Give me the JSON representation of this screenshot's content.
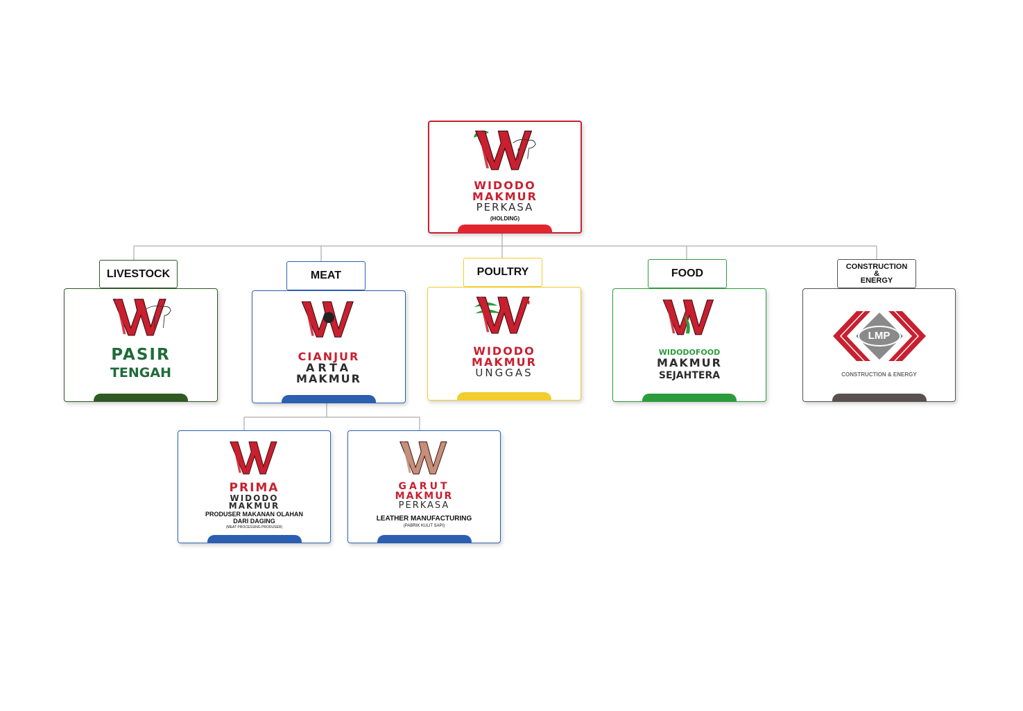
{
  "colors": {
    "red": "#c8202f",
    "dark_text": "#2d2d2d",
    "livestock_green": "#2f5a23",
    "meat_blue": "#2c5fb0",
    "poultry_yellow": "#f2cd2b",
    "food_green": "#2c9b3e",
    "construction_brown": "#58514f"
  },
  "holding": {
    "line1": "WIDODO",
    "line2": "MAKMUR",
    "line3": "PERKASA",
    "note": "(HOLDING)"
  },
  "divisions": {
    "livestock": {
      "tag": "LIVESTOCK",
      "line1": "PASIR",
      "line2": "TENGAH"
    },
    "meat": {
      "tag": "MEAT",
      "line1": "CIANJUR",
      "line2": "ARTA",
      "line3": "MAKMUR"
    },
    "poultry": {
      "tag": "POULTRY",
      "line1": "WIDODO",
      "line2": "MAKMUR",
      "line3": "UNGGAS"
    },
    "food": {
      "tag": "FOOD",
      "line1": "WIDODOFOOD",
      "line2": "MAKMUR",
      "line3": "SEJAHTERA"
    },
    "construction": {
      "tag_line1": "CONSTRUCTION",
      "tag_line2": "&",
      "tag_line3": "ENERGY",
      "logo_text": "LMP",
      "caption": "CONSTRUCTION & ENERGY"
    }
  },
  "subsidiaries": {
    "prima": {
      "line1": "PRIMA",
      "line2": "WIDODO",
      "line3": "MAKMUR",
      "desc1": "PRODUSER MAKANAN OLAHAN",
      "desc2": "DARI DAGING",
      "note": "(MEAT PROCESSING PRODUSER)"
    },
    "garut": {
      "line1": "GARUT",
      "line2": "MAKMUR",
      "line3": "PERKASA",
      "desc1": "LEATHER MANUFACTURING",
      "note": "(PABRIK KULIT SAPI)"
    }
  }
}
